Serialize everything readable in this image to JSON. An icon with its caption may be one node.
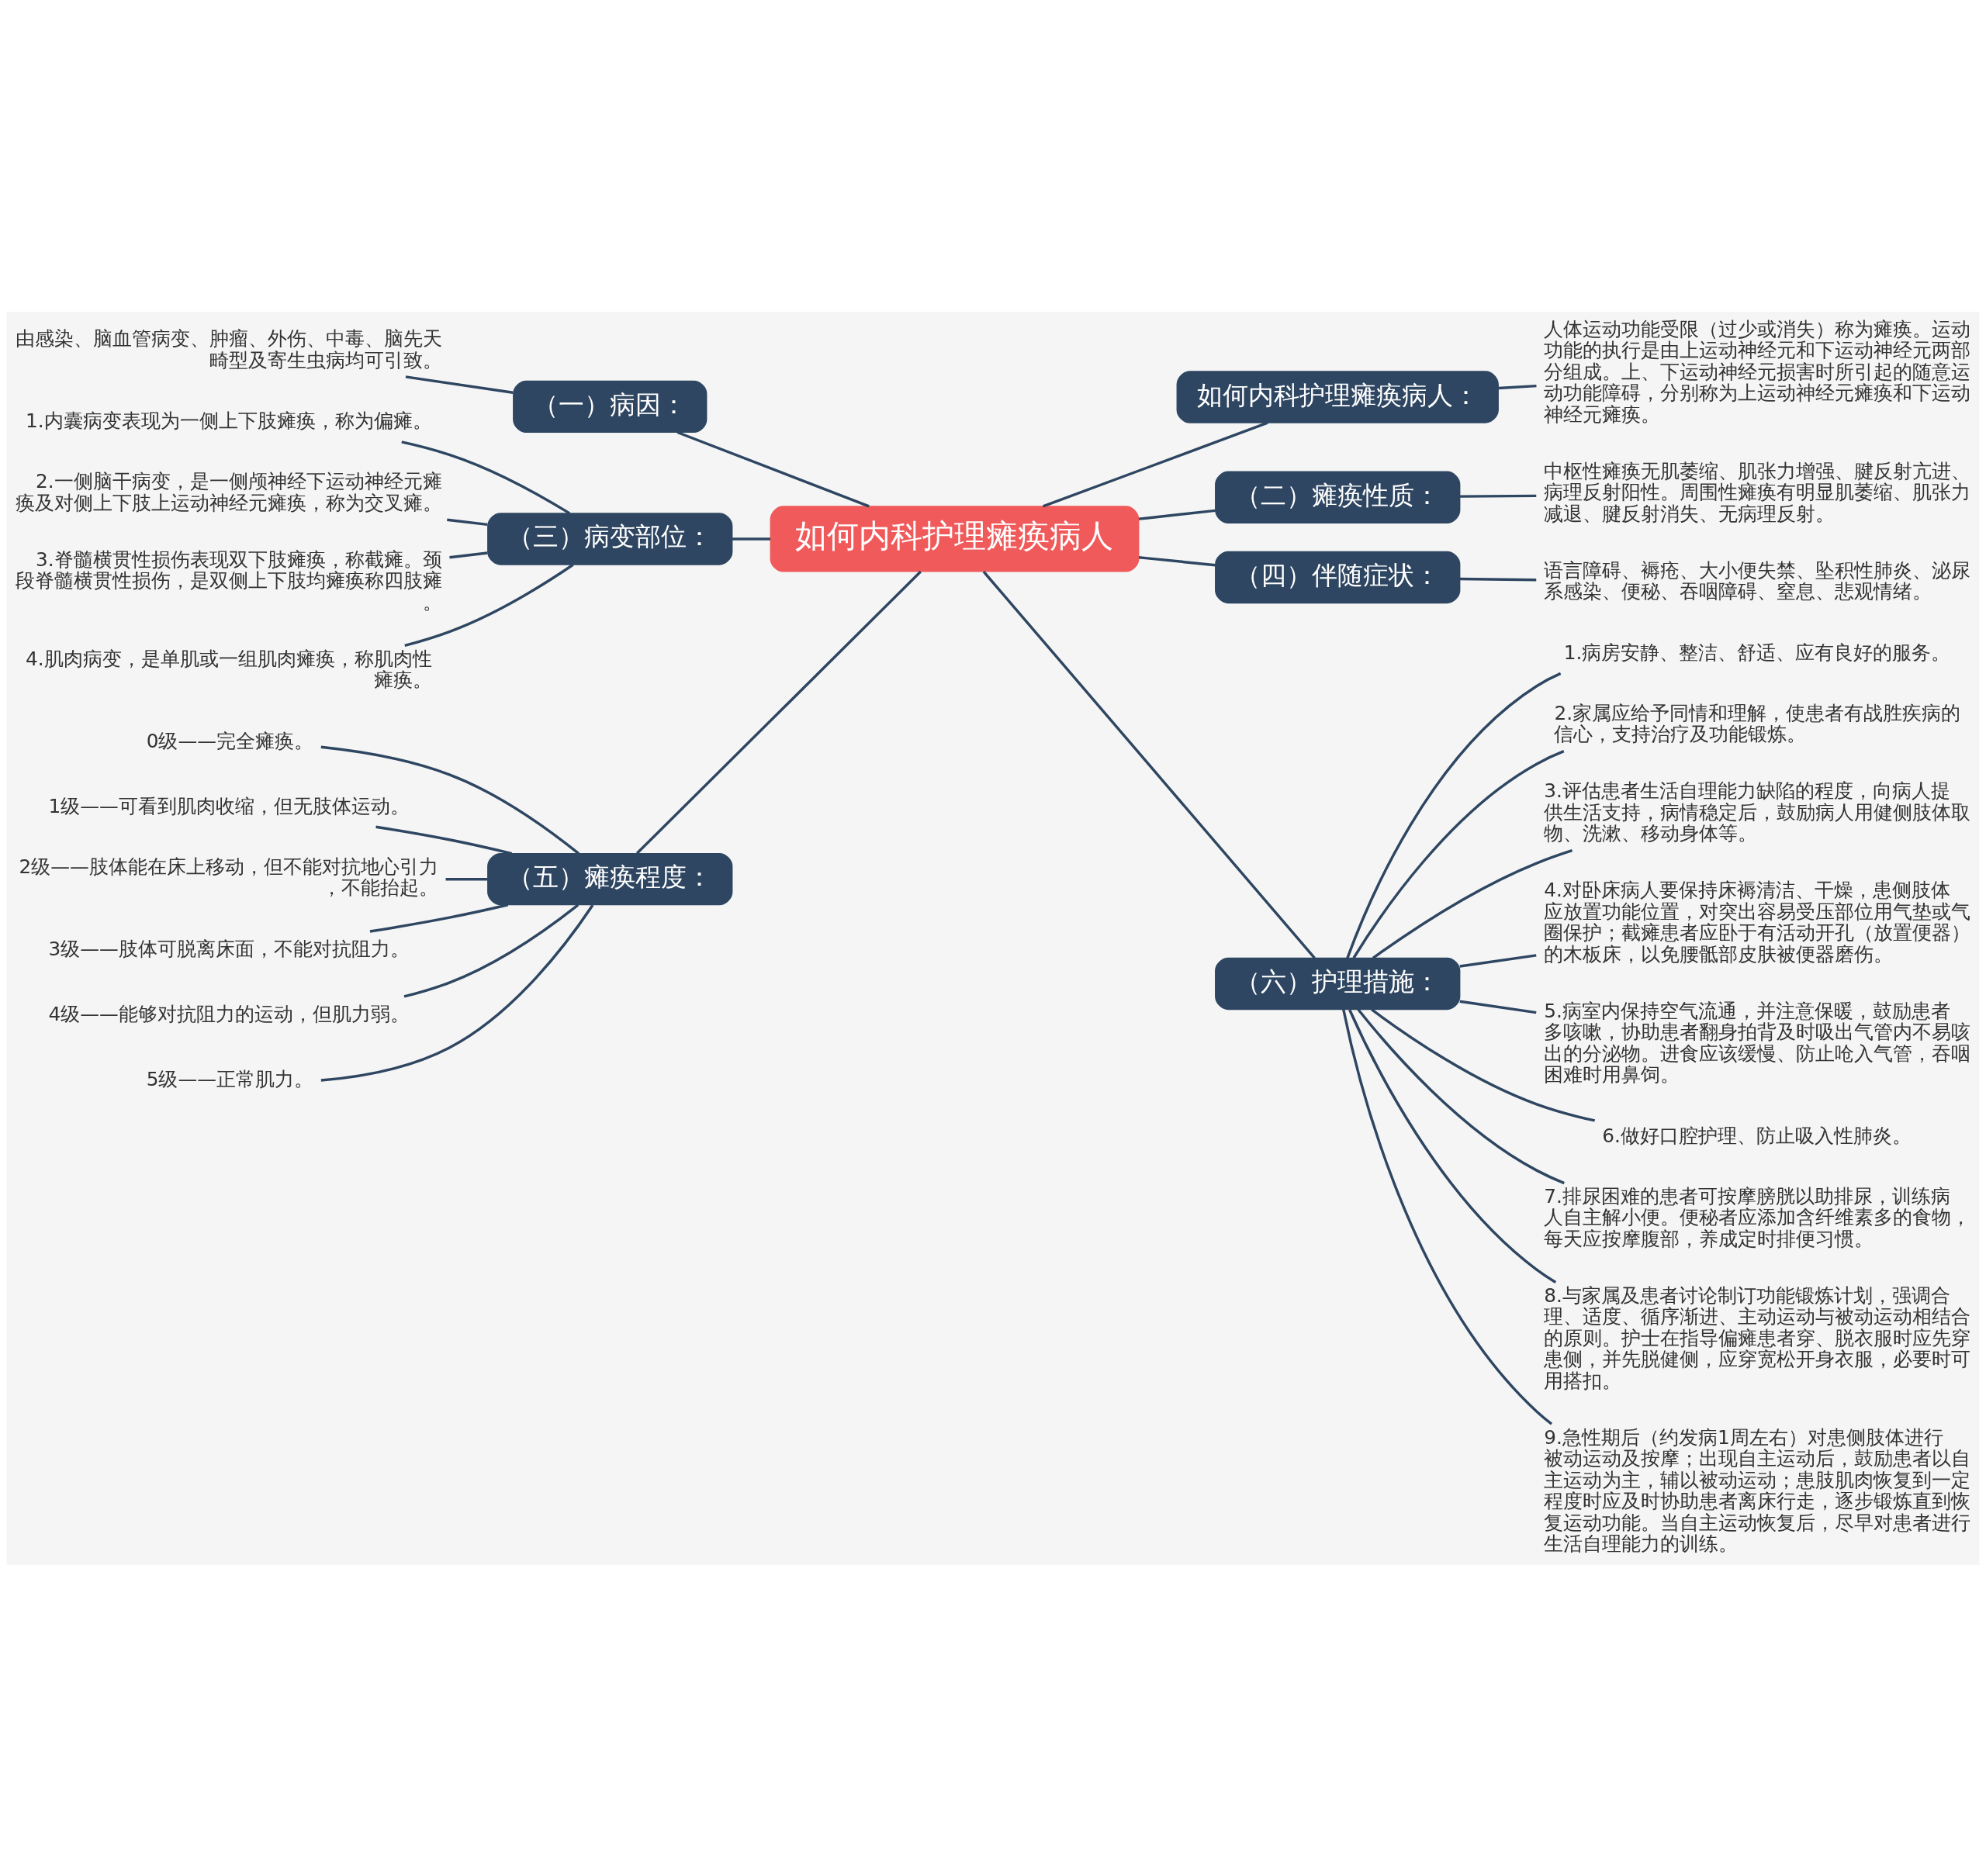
{
  "diagram": {
    "nodes": [
      {
        "text": [
          "如何内科护理瘫痪病人"
        ]
      },
      {
        "text": [
          "（一）病因："
        ]
      },
      {
        "text": [
          "由感染、脑血管病变、肿瘤、外伤、中毒、脑先天畸型及寄生虫病均可引致。"
        ]
      },
      {
        "text": [
          "（三）病变部位："
        ]
      },
      {
        "text": [
          "1.内囊病变表现为一侧上下肢瘫痪，称为偏瘫。"
        ]
      },
      {
        "text": [
          "2.一侧脑干病变，是一侧颅神经下运动神经元瘫痪及对侧上下肢上运动神经元瘫痪，称为交叉瘫。"
        ]
      },
      {
        "text": [
          "3.脊髓横贯性损伤表现双下肢瘫痪，称截瘫。颈段脊髓横贯性损伤，是双侧上下肢均瘫痪称四肢瘫。"
        ]
      },
      {
        "text": [
          "4.肌肉病变，是单肌或一组肌肉瘫痪，称肌肉性瘫痪。"
        ]
      },
      {
        "text": [
          "（五）瘫痪程度："
        ]
      },
      {
        "text": [
          "0级——完全瘫痪。"
        ]
      },
      {
        "text": [
          "1级——可看到肌肉收缩，但无肢体运动。"
        ]
      },
      {
        "text": [
          "2级——肢体能在床上移动，但不能对抗地心引力，不能抬起。"
        ]
      },
      {
        "text": [
          "3级——肢体可脱离床面，不能对抗阻力。"
        ]
      },
      {
        "text": [
          "4级——能够对抗阻力的运动，但肌力弱。"
        ]
      },
      {
        "text": [
          "5级——正常肌力。"
        ]
      },
      {
        "text": [
          "如何内科护理瘫痪病人："
        ]
      },
      {
        "text": [
          "人体运动功能受限（过少或消失）称为瘫痪。运动功能的执行是由上运动神经元和下运动神经元两部分组成。上、下运动神经元损害时所引起的随意运动功能障碍，分别称为上运动神经元瘫痪和下运动神经元瘫痪。"
        ]
      },
      {
        "text": [
          "（二）瘫痪性质："
        ]
      },
      {
        "text": [
          "中枢性瘫痪无肌萎缩、肌张力增强、腱反射亢进、病理反射阳性。周围性瘫痪有明显肌萎缩、肌张力减退、腱反射消失、无病理反射。"
        ]
      },
      {
        "text": [
          "（四）伴随症状："
        ]
      },
      {
        "text": [
          "语言障碍、褥疮、大小便失禁、坠积性肺炎、泌尿系感染、便秘、吞咽障碍、窒息、悲观情绪。"
        ]
      },
      {
        "text": [
          "（六）护理措施："
        ]
      },
      {
        "text": [
          "1.病房安静、整洁、舒适、应有良好的服务。"
        ]
      },
      {
        "text": [
          "2.家属应给予同情和理解，使患者有战胜疾病的信心，支持治疗及功能锻炼。"
        ]
      },
      {
        "text": [
          "3.评估患者生活自理能力缺陷的程度，向病人提供生活支持，病情稳定后，鼓励病人用健侧肢体取物、洗漱、移动身体等。"
        ]
      },
      {
        "text": [
          "4.对卧床病人要保持床褥清洁、干燥，患侧肢体应放置功能位置，对突出容易受压部位用气垫或气圈保护；截瘫患者应卧于有活动开孔（放置便器）的木板床，以免腰骶部皮肤被便器磨伤。"
        ]
      },
      {
        "text": [
          "5.病室内保持空气流通，并注意保暖，鼓励患者多咳嗽，协助患者翻身拍背及时吸出气管内不易咳出的分泌物。进食应该缓慢、防止呛入气管，吞咽困难时用鼻饲。"
        ]
      },
      {
        "text": [
          "6.做好口腔护理、防止吸入性肺炎。"
        ]
      },
      {
        "text": [
          "7.排尿困难的患者可按摩膀胱以助排尿，训练病人自主解小便。便秘者应添加含纤维素多的食物，每天应按摩腹部，养成定时排便习惯。"
        ]
      },
      {
        "text": [
          "8.与家属及患者讨论制订功能锻炼计划，强调合理、适度、循序渐进、主动运动与被动运动相结合的原则。护士在指导偏瘫患者穿、脱衣服时应先穿患侧，并先脱健侧，应穿宽松开身衣服，必要时可用搭扣。"
        ]
      },
      {
        "text": [
          "9.急性期后（约发病1周左右）对患侧肢体进行被动运动及按摩；出现自主运动后，鼓励患者以自主运动为主，辅以被动运动；患肢肌肉恢复到一定程度时应及时协助患者离床行走，逐步锻炼直到恢复运动功能。当自主运动恢复后，尽早对患者进行生活自理能力的训练。"
        ]
      }
    ],
    "edges": [
      {
        "from": 0,
        "to": 1,
        "arrow": "none"
      },
      {
        "from": 1,
        "to": 2,
        "arrow": "none"
      },
      {
        "from": 0,
        "to": 3,
        "arrow": "none"
      },
      {
        "from": 3,
        "to": 4,
        "arrow": "none"
      },
      {
        "from": 3,
        "to": 5,
        "arrow": "none"
      },
      {
        "from": 3,
        "to": 6,
        "arrow": "none"
      },
      {
        "from": 3,
        "to": 7,
        "arrow": "none"
      },
      {
        "from": 0,
        "to": 8,
        "arrow": "none"
      },
      {
        "from": 8,
        "to": 9,
        "arrow": "none"
      },
      {
        "from": 8,
        "to": 10,
        "arrow": "none"
      },
      {
        "from": 8,
        "to": 11,
        "arrow": "none"
      },
      {
        "from": 8,
        "to": 12,
        "arrow": "none"
      },
      {
        "from": 8,
        "to": 13,
        "arrow": "none"
      },
      {
        "from": 8,
        "to": 14,
        "arrow": "none"
      },
      {
        "from": 0,
        "to": 15,
        "arrow": "none"
      },
      {
        "from": 15,
        "to": 16,
        "arrow": "none"
      },
      {
        "from": 0,
        "to": 17,
        "arrow": "none"
      },
      {
        "from": 17,
        "to": 18,
        "arrow": "none"
      },
      {
        "from": 0,
        "to": 19,
        "arrow": "none"
      },
      {
        "from": 19,
        "to": 20,
        "arrow": "none"
      },
      {
        "from": 0,
        "to": 21,
        "arrow": "none"
      },
      {
        "from": 21,
        "to": 22,
        "arrow": "none"
      },
      {
        "from": 21,
        "to": 23,
        "arrow": "none"
      },
      {
        "from": 21,
        "to": 24,
        "arrow": "none"
      },
      {
        "from": 21,
        "to": 25,
        "arrow": "none"
      },
      {
        "from": 21,
        "to": 26,
        "arrow": "none"
      },
      {
        "from": 21,
        "to": 27,
        "arrow": "none"
      },
      {
        "from": 21,
        "to": 28,
        "arrow": "none"
      },
      {
        "from": 21,
        "to": 29,
        "arrow": "none"
      },
      {
        "from": 21,
        "to": 30,
        "arrow": "none"
      }
    ]
  }
}
